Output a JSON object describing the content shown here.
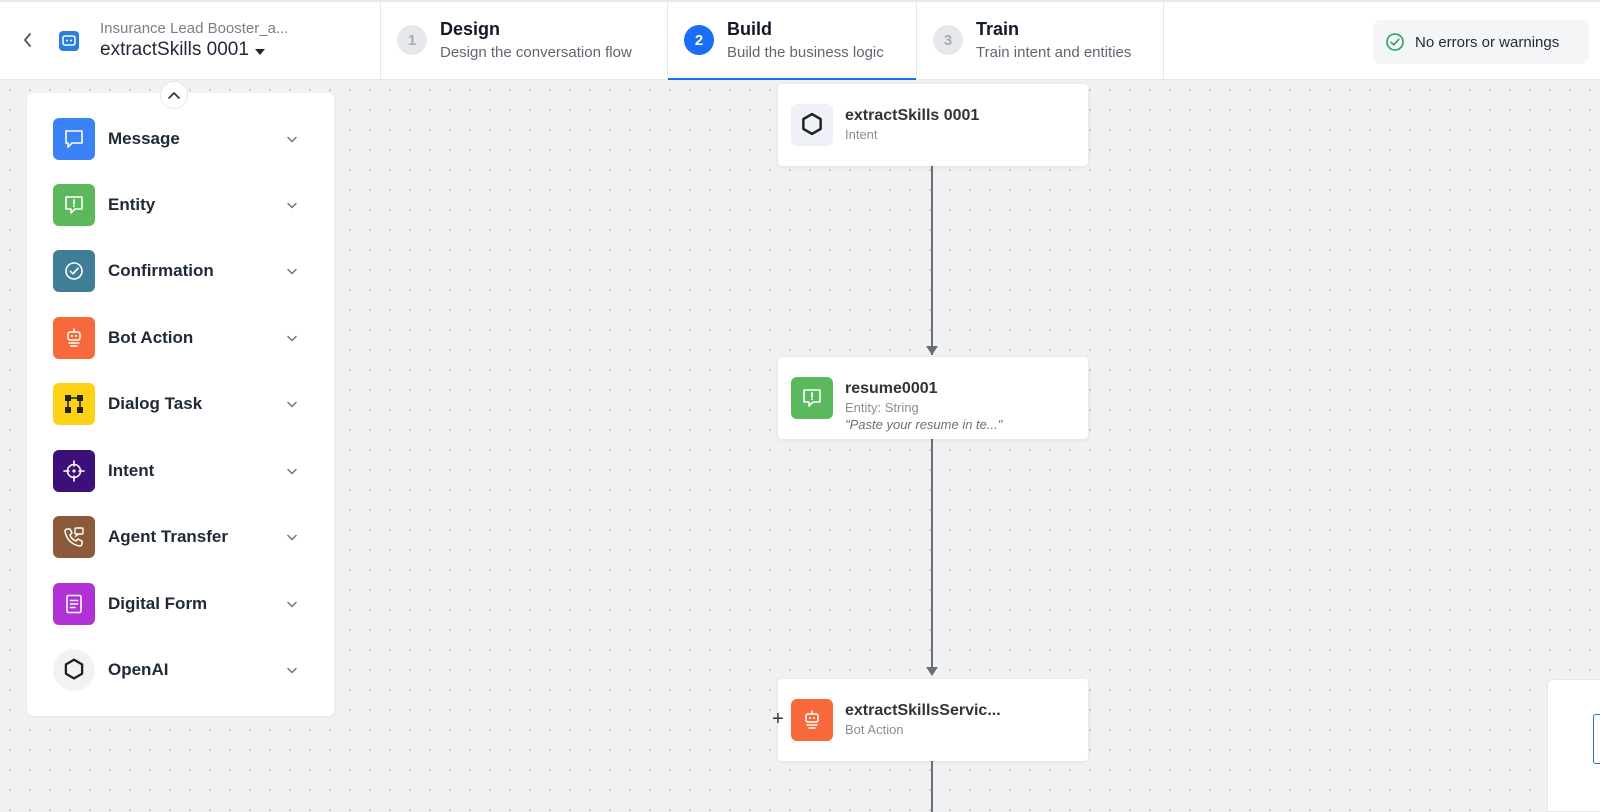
{
  "header": {
    "breadcrumb": "Insurance Lead Booster_a...",
    "dialog_name": "extractSkills 0001",
    "steps": [
      {
        "number": "1",
        "title": "Design",
        "subtitle": "Design the conversation flow",
        "active": false
      },
      {
        "number": "2",
        "title": "Build",
        "subtitle": "Build the business logic",
        "active": true
      },
      {
        "number": "3",
        "title": "Train",
        "subtitle": "Train intent and entities",
        "active": false
      }
    ],
    "status": "No errors or warnings"
  },
  "palette": {
    "items": [
      {
        "label": "Message",
        "icon": "message-icon",
        "color": "#3b82f6"
      },
      {
        "label": "Entity",
        "icon": "entity-icon",
        "color": "#5cb85c"
      },
      {
        "label": "Confirmation",
        "icon": "confirmation-icon",
        "color": "#3f7e96"
      },
      {
        "label": "Bot Action",
        "icon": "bot-action-icon",
        "color": "#f7693b"
      },
      {
        "label": "Dialog Task",
        "icon": "dialog-task-icon",
        "color": "#fcd116"
      },
      {
        "label": "Intent",
        "icon": "intent-icon",
        "color": "#3b1078"
      },
      {
        "label": "Agent Transfer",
        "icon": "agent-transfer-icon",
        "color": "#8b5a3b"
      },
      {
        "label": "Digital Form",
        "icon": "digital-form-icon",
        "color": "#b032d6"
      },
      {
        "label": "OpenAI",
        "icon": "openai-icon",
        "color": "#f2f2f2"
      }
    ]
  },
  "flow": {
    "nodes": [
      {
        "title": "extractSkills 0001",
        "subtitle": "Intent",
        "icon": "openai-icon"
      },
      {
        "title": "resume0001",
        "subtitle": "Entity: String",
        "prompt": "\"Paste your resume in te...\"",
        "icon": "entity-icon"
      },
      {
        "title": "extractSkillsServic...",
        "subtitle": "Bot Action",
        "icon": "bot-action-icon"
      }
    ]
  },
  "colors": {
    "accent": "#1a6ef5",
    "status_ok": "#22a55b"
  }
}
